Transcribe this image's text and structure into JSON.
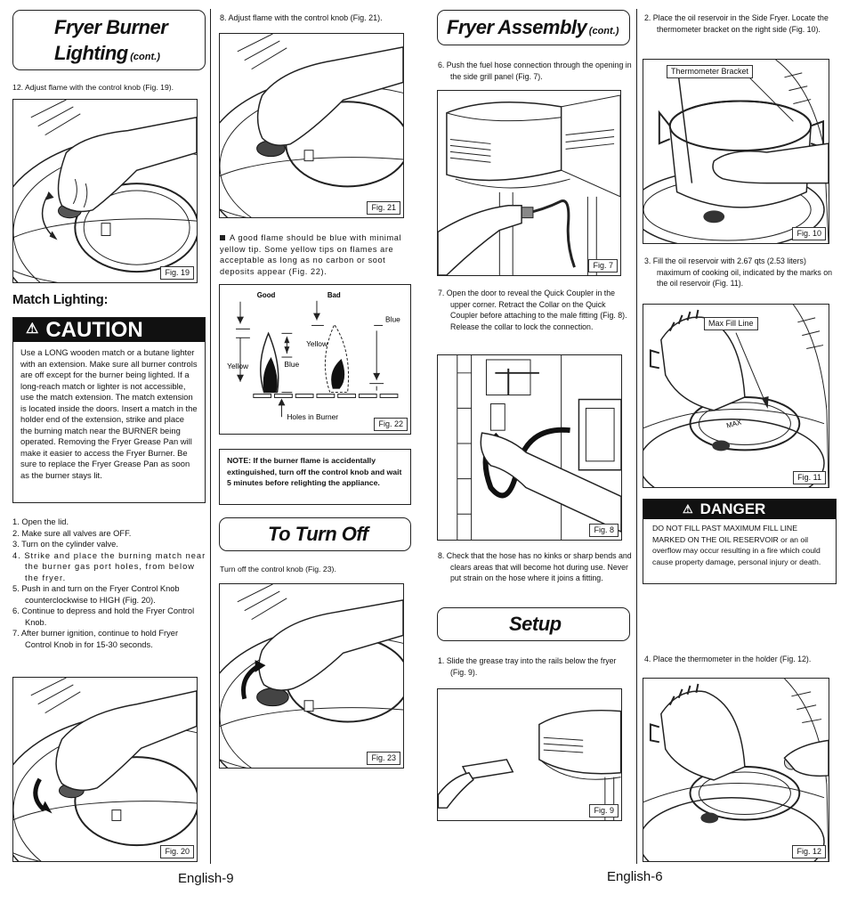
{
  "col1": {
    "title_line1": "Fryer Burner",
    "title_line2": "Lighting",
    "title_cont": "(cont.)",
    "step12": "12. Adjust flame with the control knob (Fig. 19).",
    "fig19": "Fig. 19",
    "match_heading": "Match Lighting:",
    "caution_title": "CAUTION",
    "caution_text": "Use a LONG wooden match or a butane lighter with an extension.  Make sure all burner controls are off except for the burner being lighted.  If a long-reach match or lighter is not accessible, use the match extension.  The match extension is located inside the doors.  Insert a match in the holder end of the extension, strike and place the burning match near the BURNER being operated. Removing the Fryer Grease Pan will make it easier to access the Fryer Burner.  Be sure to replace the Fryer Grease Pan as soon as the burner stays lit.",
    "steps": [
      "1. Open the lid.",
      "2. Make sure all valves are OFF.",
      "3. Turn on the cylinder valve.",
      "4. Strike and place the burning match near the burner gas port holes, from below the fryer.",
      "5. Push in and turn on the Fryer Control Knob counterclockwise to HIGH (Fig. 20).",
      "6. Continue to depress and hold the Fryer Control Knob.",
      "7. After burner ignition, continue to hold Fryer Control Knob in for 15-30 seconds."
    ],
    "fig20": "Fig. 20",
    "page": "English-9"
  },
  "col2": {
    "step8": "8. Adjust flame with the control knob (Fig. 21).",
    "fig21": "Fig. 21",
    "flame_text": "A good flame should be blue with minimal yellow tip. Some yellow tips on flames are acceptable as long as no carbon or soot deposits appear (Fig. 22).",
    "good": "Good",
    "bad": "Bad",
    "yellow1": "Yellow",
    "blue1": "Blue",
    "yellow2": "Yellow",
    "blue2": "Blue",
    "holes": "Holes in Burner",
    "fig22": "Fig. 22",
    "note": "NOTE:  If the burner flame is accidentally extinguished, turn off the control knob and wait 5 minutes before relighting the appliance.",
    "turnoff_title": "To Turn Off",
    "turnoff_text": "Turn off the control knob (Fig. 23).",
    "fig23": "Fig. 23"
  },
  "col3": {
    "title": "Fryer Assembly",
    "title_cont": "(cont.)",
    "step6": "6.  Push the fuel hose connection through the opening in the side grill panel (Fig. 7).",
    "fig7": "Fig. 7",
    "step7": "7.  Open the door to reveal the Quick Coupler in the upper corner.  Retract the Collar on the Quick Coupler before attaching to the male fitting (Fig. 8).  Release the collar to lock the connection.",
    "fig8": "Fig. 8",
    "step8": "8.  Check that the hose has no kinks or sharp bends and clears areas that will become hot during use.  Never put strain on the hose where it joins a fitting.",
    "setup_title": "Setup",
    "setup_step1": "1.  Slide the grease tray into the rails below the fryer (Fig. 9).",
    "fig9": "Fig. 9",
    "page": "English-6"
  },
  "col4": {
    "step2": "2.  Place the oil reservoir in the Side Fryer. Locate the thermometer bracket on the right side (Fig. 10).",
    "thermo_bracket": "Thermometer Bracket",
    "fig10": "Fig. 10",
    "step3": "3.  Fill the oil reservoir with 2.67 qts (2.53 liters) maximum of cooking oil, indicated by the marks on the oil reservoir (Fig. 11).",
    "max_fill": "Max Fill Line",
    "max": "MAX",
    "fig11": "Fig. 11",
    "danger_title": "DANGER",
    "danger_text": "DO NOT FILL PAST MAXIMUM FILL LINE MARKED ON THE OIL RESERVOIR or an oil overflow may occur resulting in a fire which could cause property damage, personal injury or death.",
    "step4": "4.  Place the thermometer in the holder (Fig. 12).",
    "fig12": "Fig. 12"
  }
}
